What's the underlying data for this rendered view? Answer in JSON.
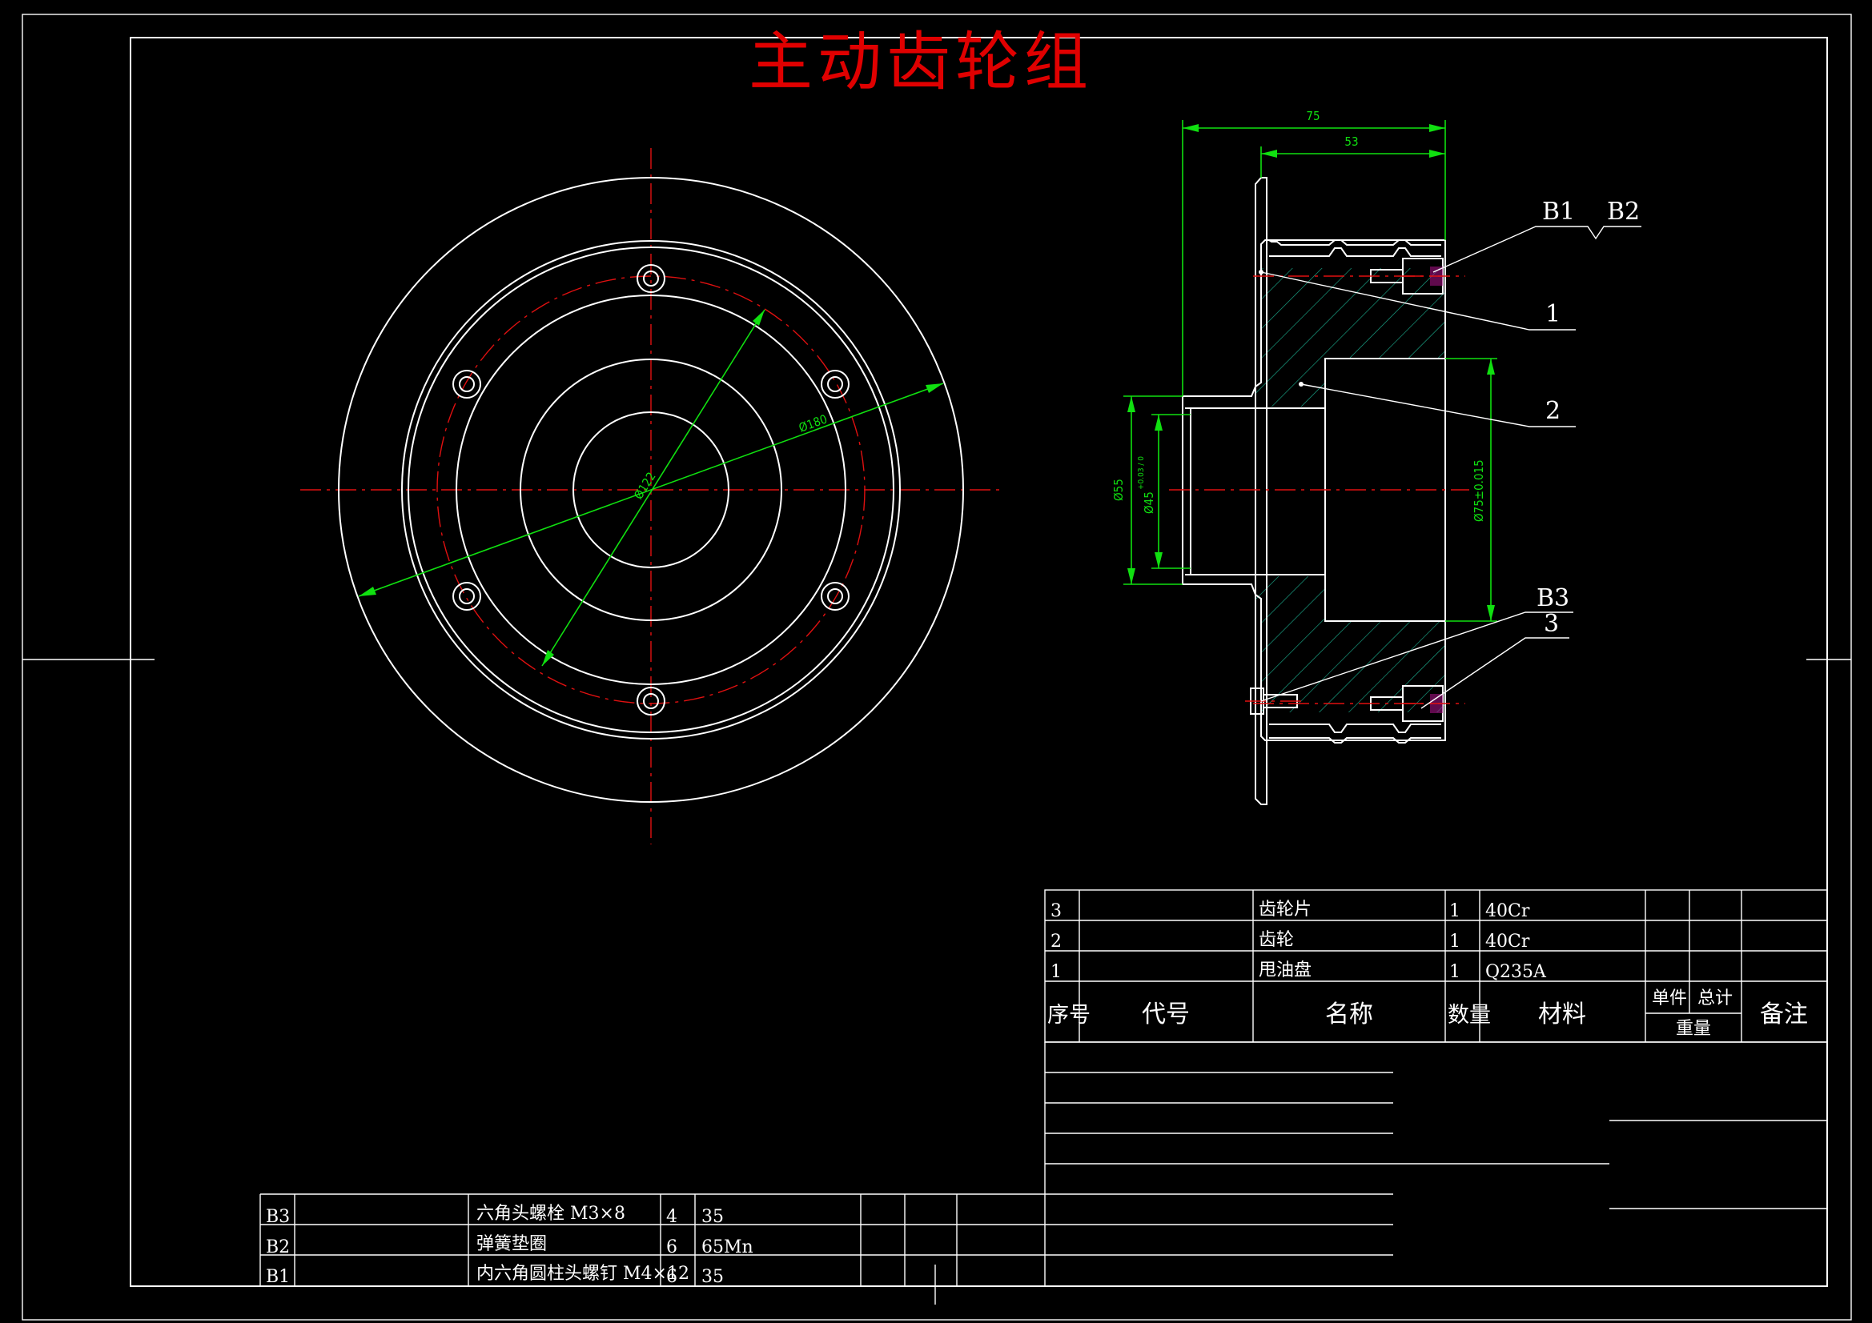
{
  "title": "主动齿轮组",
  "dimensions": {
    "d180": "Ø180",
    "d122": "Ø122",
    "len75": "75",
    "len53": "53",
    "d55": "Ø55",
    "d45": "Ø45",
    "d45_tol": "+0.03 / 0",
    "d75": "Ø75±0.015"
  },
  "callouts": {
    "b1": "B1",
    "b2": "B2",
    "one": "1",
    "two": "2",
    "b3": "B3",
    "three": "3"
  },
  "parts_table": {
    "rows": [
      {
        "no": "3",
        "code": "",
        "name": "齿轮片",
        "qty": "1",
        "material": "40Cr"
      },
      {
        "no": "2",
        "code": "",
        "name": "齿轮",
        "qty": "1",
        "material": "40Cr"
      },
      {
        "no": "1",
        "code": "",
        "name": "甩油盘",
        "qty": "1",
        "material": "Q235A"
      }
    ],
    "headers": {
      "no": "序号",
      "code": "代号",
      "name": "名称",
      "qty": "数量",
      "material": "材料",
      "unit": "单件",
      "total": "总计",
      "weight": "重量",
      "remark": "备注"
    }
  },
  "std_parts": [
    {
      "no": "B3",
      "name": "六角头螺栓 M3×8",
      "qty": "4",
      "material": "35"
    },
    {
      "no": "B2",
      "name": "弹簧垫圈",
      "qty": "6",
      "material": "65Mn"
    },
    {
      "no": "B1",
      "name": "内六角圆柱头螺钉 M4×12",
      "qty": "6",
      "material": "35"
    }
  ],
  "colors": {
    "background": "#000000",
    "outline": "#ffffff",
    "centerline": "#e01010",
    "dimension": "#10e010",
    "hatch": "#1aa88a",
    "title": "#e00000"
  }
}
